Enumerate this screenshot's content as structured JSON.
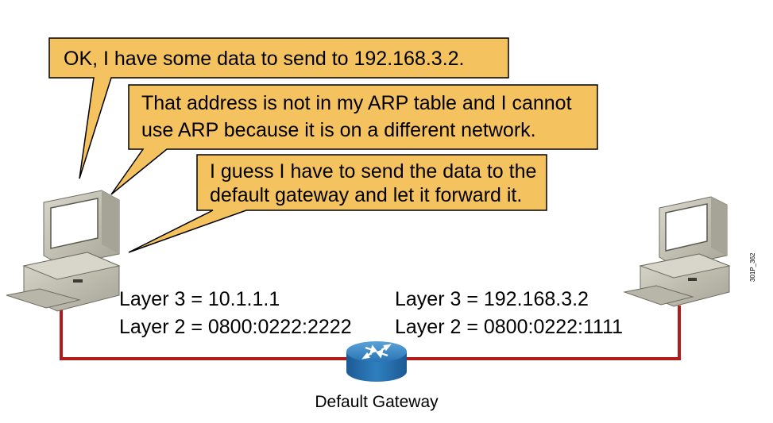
{
  "bubbles": [
    {
      "lines": [
        "OK, I have some data to send to 192.168.3.2."
      ]
    },
    {
      "lines": [
        "That address is not in my ARP table and I cannot",
        "use ARP because it is on a different network."
      ]
    },
    {
      "lines": [
        "I guess I have to send the data to the",
        "default gateway and let it forward it."
      ]
    }
  ],
  "hosts": {
    "left": {
      "layer3": "Layer 3 = 10.1.1.1",
      "layer2": "Layer 2 = 0800:0222:2222"
    },
    "right": {
      "layer3": "Layer 3 = 192.168.3.2",
      "layer2": "Layer 2 = 0800:0222:1111"
    }
  },
  "router": {
    "label": "Default Gateway"
  },
  "figure_tag": "301P_362",
  "colors": {
    "bubble_fill": "#f4c25f",
    "bubble_stroke": "#000000",
    "link": "#b01b1b",
    "router": "#1f6fb0",
    "pc_body": "#c9c7b9"
  }
}
